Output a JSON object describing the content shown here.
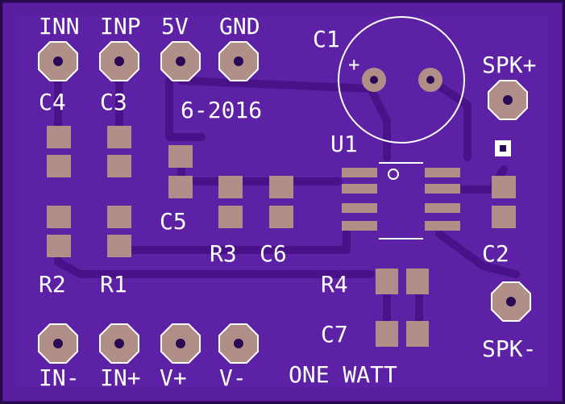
{
  "labels": {
    "inn": "INN",
    "inp": "INP",
    "v5": "5V",
    "gnd": "GND",
    "c1": "C1",
    "c1_plus": "+",
    "spk_plus": "SPK+",
    "c4": "C4",
    "c3": "C3",
    "date": "6-2016",
    "u1": "U1",
    "c5": "C5",
    "r3": "R3",
    "c6": "C6",
    "c2": "C2",
    "r2": "R2",
    "r1": "R1",
    "r4": "R4",
    "c7": "C7",
    "spk_minus": "SPK-",
    "in_minus": "IN-",
    "in_plus": "IN+",
    "v_plus": "V+",
    "v_minus": "V-",
    "one_watt": "ONE WATT"
  },
  "colors": {
    "board": "#5a1ea0",
    "trace": "#4a1288",
    "pad": "#b08f88",
    "silk": "#ffffff",
    "edge": "#2a0a55"
  }
}
